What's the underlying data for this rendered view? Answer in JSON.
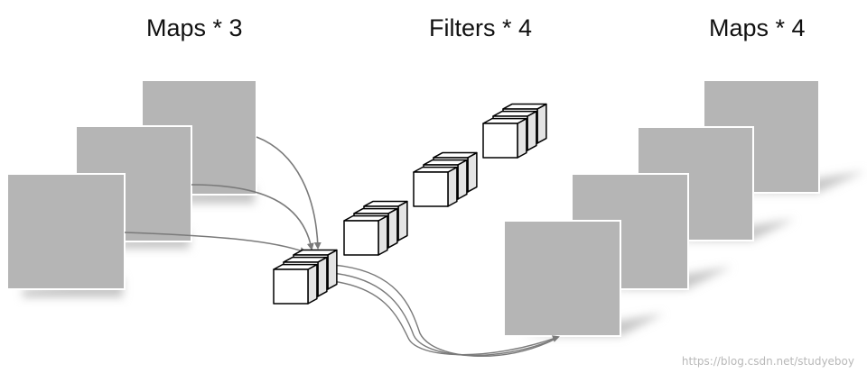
{
  "labels": {
    "input_maps": "Maps * 3",
    "filters": "Filters * 4",
    "output_maps": "Maps * 4"
  },
  "watermark": "https://blog.csdn.net/studyeboy",
  "counts": {
    "input_maps": 3,
    "filters": 4,
    "output_maps": 4,
    "cubes_per_filter": 3
  },
  "colors": {
    "map_fill": "#b5b5b5",
    "map_border": "#ffffff",
    "shadow": "#c6c6c6",
    "cube_front": "#ffffff",
    "cube_side": "#e4e4e4",
    "cube_stroke": "#000000",
    "arrow": "#7a7a7a"
  }
}
